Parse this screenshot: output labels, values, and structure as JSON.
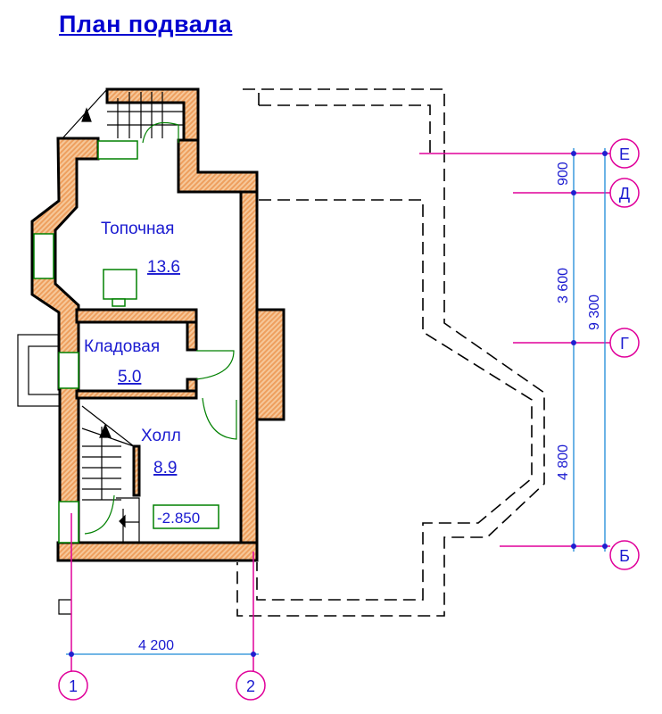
{
  "title": "План подвала",
  "rooms": [
    {
      "name": "Топочная",
      "area": "13.6"
    },
    {
      "name": "Кладовая",
      "area": "5.0"
    },
    {
      "name": "Холл",
      "area": "8.9"
    }
  ],
  "level_mark": "-2.850",
  "dimensions": {
    "horizontal": "4 200",
    "vertical": [
      "900",
      "3 600",
      "4 800",
      "9 300"
    ]
  },
  "axes": {
    "letters": [
      "Е",
      "Д",
      "Г",
      "Б"
    ],
    "numbers": [
      "1",
      "2"
    ]
  },
  "colors": {
    "wall": "#f2b27a",
    "axis": "#e0009a",
    "dimension": "#1e8ad8",
    "text": "#1a1ad0",
    "opening": "#008000"
  }
}
